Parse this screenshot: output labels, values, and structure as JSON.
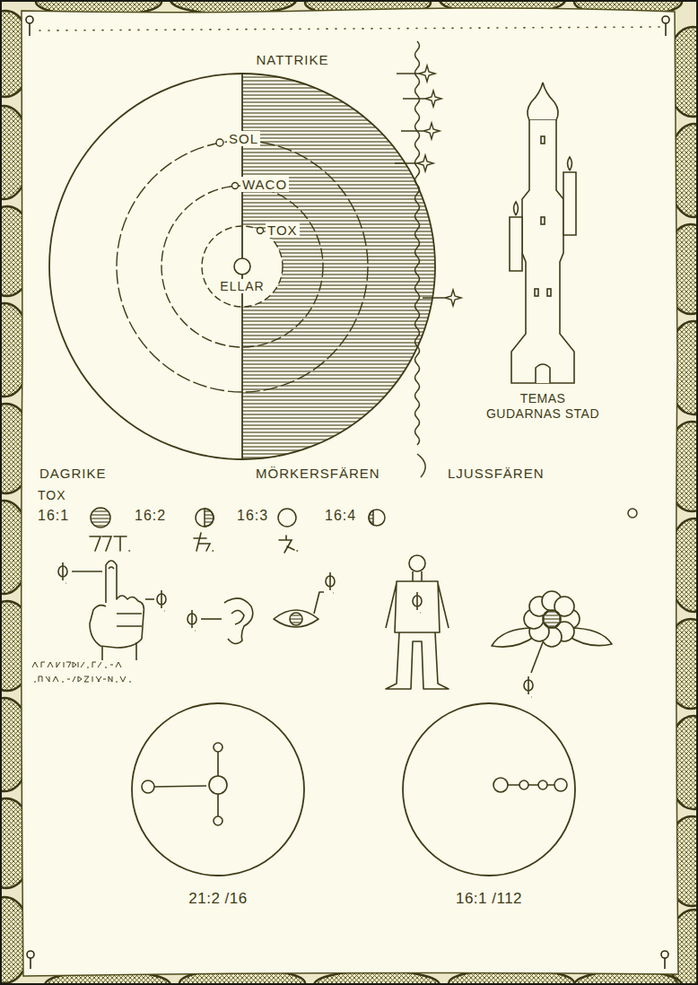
{
  "diagram": {
    "nodes": [
      {
        "text": [
          "TEMAS GUDARNAS STAD"
        ]
      },
      {
        "text": [
          "21:2 /16"
        ]
      },
      {
        "text": [
          "16:1 /112"
        ]
      }
    ],
    "labels": [
      "NATTRIKE",
      "SOL",
      "WACO",
      "TOX",
      "ELLAR",
      "DAGRIKE",
      "MÖRKERSFÄREN",
      "LJUSSFÄREN",
      "TOX",
      "16:1",
      "16:2",
      "16:3",
      "16:4"
    ]
  }
}
